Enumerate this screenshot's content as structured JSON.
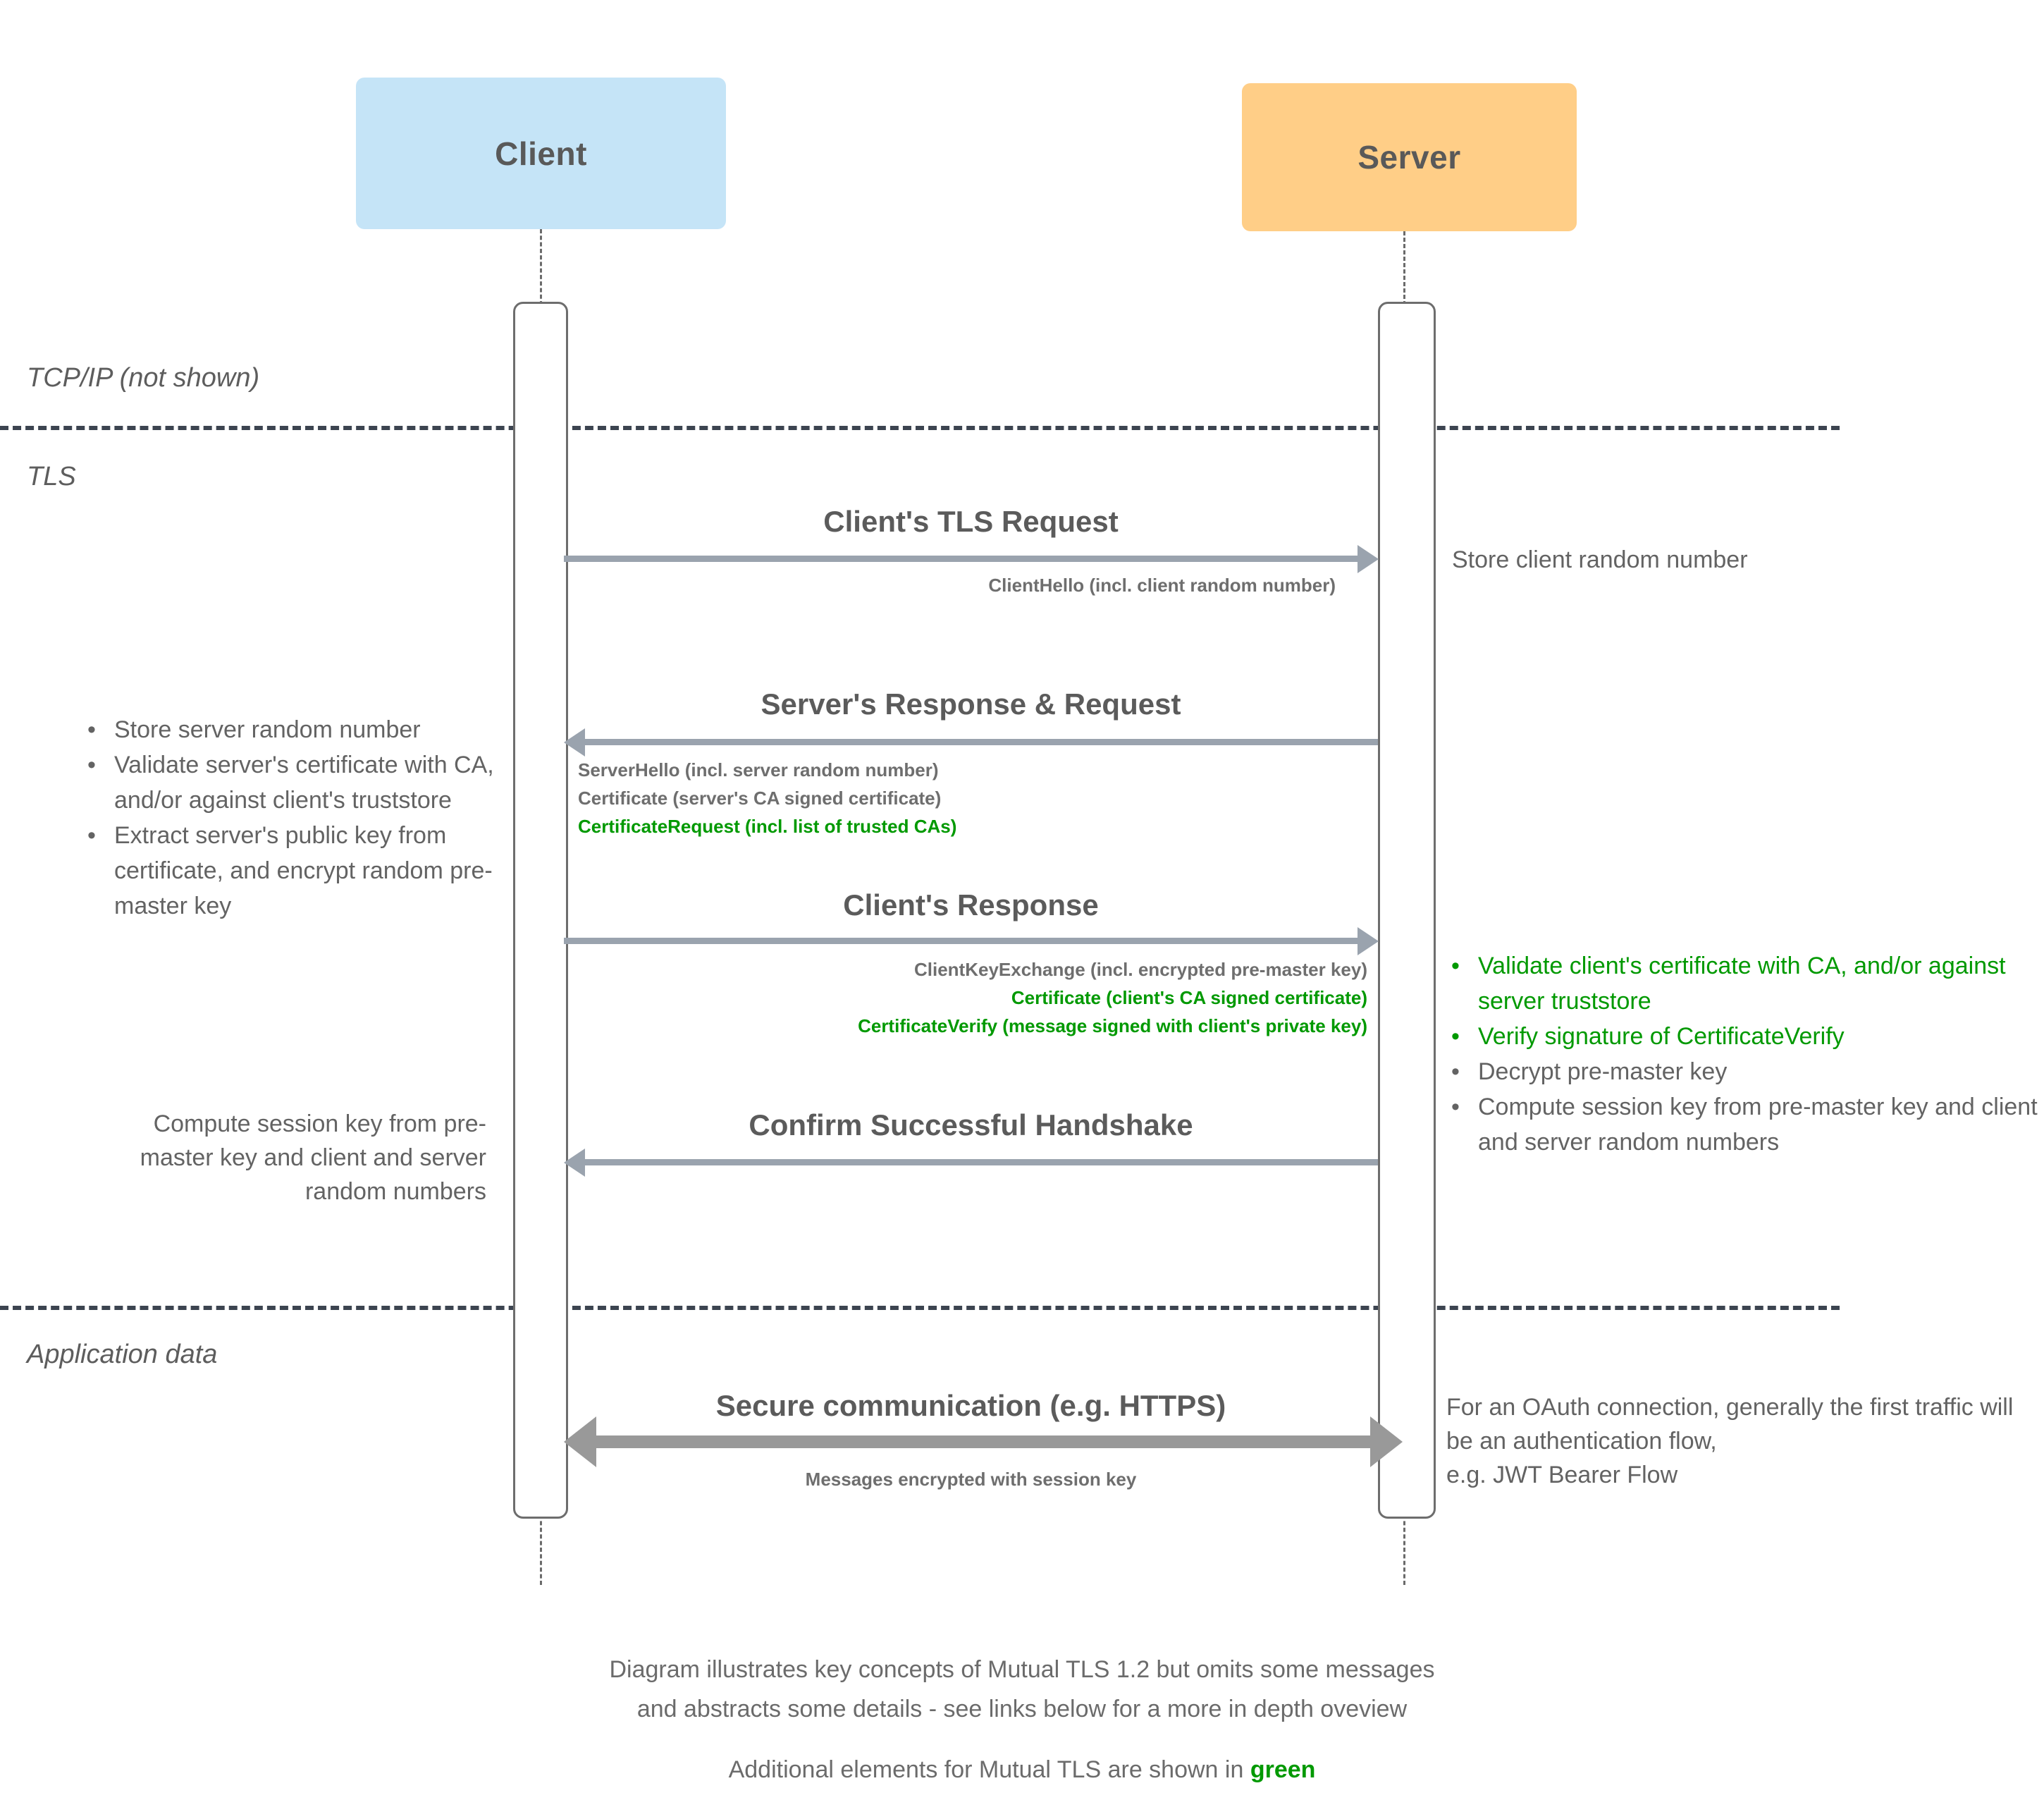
{
  "actors": {
    "client": {
      "label": "Client",
      "color": "#c5e4f7"
    },
    "server": {
      "label": "Server",
      "color": "#ffce87"
    }
  },
  "phases": [
    {
      "label": "TCP/IP (not shown)"
    },
    {
      "label": "TLS"
    },
    {
      "label": "Application data"
    }
  ],
  "messages": [
    {
      "title": "Client's TLS Request",
      "direction": "client-to-server",
      "lines": [
        {
          "text": "ClientHello (incl. client random number)",
          "green": false
        }
      ]
    },
    {
      "title": "Server's Response & Request",
      "direction": "server-to-client",
      "lines": [
        {
          "text": "ServerHello (incl. server random number)",
          "green": false
        },
        {
          "text": "Certificate (server's CA signed certificate)",
          "green": false
        },
        {
          "text": "CertificateRequest (incl. list of trusted CAs)",
          "green": true
        }
      ]
    },
    {
      "title": "Client's Response",
      "direction": "client-to-server",
      "lines": [
        {
          "text": "ClientKeyExchange (incl. encrypted pre-master key)",
          "green": false
        },
        {
          "text": "Certificate (client's CA signed certificate)",
          "green": true
        },
        {
          "text": "CertificateVerify (message signed with client's private key)",
          "green": true
        }
      ]
    },
    {
      "title": "Confirm Successful Handshake",
      "direction": "server-to-client",
      "lines": []
    },
    {
      "title": "Secure communication (e.g. HTTPS)",
      "direction": "bidirectional",
      "lines": [
        {
          "text": "Messages encrypted with session key",
          "green": false
        }
      ]
    }
  ],
  "notes": {
    "server_store_random": "Store client random number",
    "client_actions": [
      {
        "text": "Store server random number",
        "green": false
      },
      {
        "text": "Validate server's certificate with CA, and/or against client's truststore",
        "green": false
      },
      {
        "text": "Extract server's public key from certificate, and encrypt random pre-master key",
        "green": false
      }
    ],
    "server_actions": [
      {
        "text": "Validate client's certificate with CA, and/or against server truststore",
        "green": true
      },
      {
        "text": "Verify signature of CertificateVerify",
        "green": true
      },
      {
        "text": "Decrypt pre-master key",
        "green": false
      },
      {
        "text": "Compute session key from pre-master key and client and server random numbers",
        "green": false
      }
    ],
    "client_compute_session_key": "Compute session key from pre-master key and client and server random numbers",
    "oauth_note": "For an OAuth connection, generally the first traffic will be an authentication flow,\ne.g. JWT Bearer Flow"
  },
  "footer": {
    "line1": "Diagram illustrates key concepts of Mutual TLS 1.2 but omits some messages",
    "line2": "and abstracts some details - see links below for a more in depth oveview",
    "line3_prefix": "Additional elements for Mutual TLS are shown in ",
    "line3_highlight": "green"
  },
  "colors": {
    "green": "#009900",
    "grey_text": "#636363",
    "arrow": "#9aa3ae",
    "arrow_thick": "#999999"
  }
}
